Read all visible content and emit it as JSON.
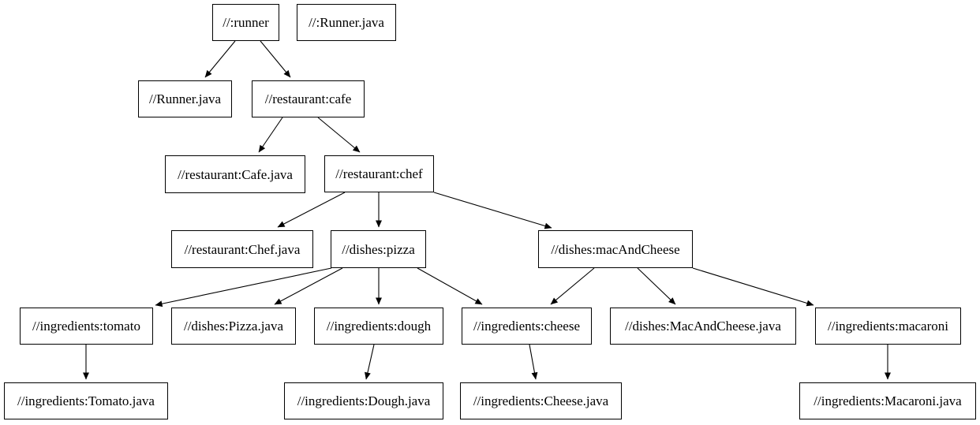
{
  "diagram": {
    "type": "dependency-graph",
    "colors": {
      "background": "#ffffff",
      "node_fill": "#ffffff",
      "node_border": "#000000",
      "edge": "#000000",
      "text": "#000000"
    },
    "nodes": [
      {
        "id": "runner",
        "label": "//:runner"
      },
      {
        "id": "runner-java-src",
        "label": "//:Runner.java"
      },
      {
        "id": "runner-java",
        "label": "//Runner.java"
      },
      {
        "id": "cafe",
        "label": "//restaurant:cafe"
      },
      {
        "id": "cafe-java",
        "label": "//restaurant:Cafe.java"
      },
      {
        "id": "chef",
        "label": "//restaurant:chef"
      },
      {
        "id": "chef-java",
        "label": "//restaurant:Chef.java"
      },
      {
        "id": "pizza",
        "label": "//dishes:pizza"
      },
      {
        "id": "mac-and-cheese",
        "label": "//dishes:macAndCheese"
      },
      {
        "id": "tomato",
        "label": "//ingredients:tomato"
      },
      {
        "id": "pizza-java",
        "label": "//dishes:Pizza.java"
      },
      {
        "id": "dough",
        "label": "//ingredients:dough"
      },
      {
        "id": "cheese",
        "label": "//ingredients:cheese"
      },
      {
        "id": "mac-and-cheese-java",
        "label": "//dishes:MacAndCheese.java"
      },
      {
        "id": "macaroni",
        "label": "//ingredients:macaroni"
      },
      {
        "id": "tomato-java",
        "label": "//ingredients:Tomato.java"
      },
      {
        "id": "dough-java",
        "label": "//ingredients:Dough.java"
      },
      {
        "id": "cheese-java",
        "label": "//ingredients:Cheese.java"
      },
      {
        "id": "macaroni-java",
        "label": "//ingredients:Macaroni.java"
      }
    ],
    "edges": [
      {
        "from": "runner",
        "to": "runner-java"
      },
      {
        "from": "runner",
        "to": "cafe"
      },
      {
        "from": "cafe",
        "to": "cafe-java"
      },
      {
        "from": "cafe",
        "to": "chef"
      },
      {
        "from": "chef",
        "to": "chef-java"
      },
      {
        "from": "chef",
        "to": "pizza"
      },
      {
        "from": "chef",
        "to": "mac-and-cheese"
      },
      {
        "from": "pizza",
        "to": "tomato"
      },
      {
        "from": "pizza",
        "to": "pizza-java"
      },
      {
        "from": "pizza",
        "to": "dough"
      },
      {
        "from": "pizza",
        "to": "cheese"
      },
      {
        "from": "mac-and-cheese",
        "to": "cheese"
      },
      {
        "from": "mac-and-cheese",
        "to": "mac-and-cheese-java"
      },
      {
        "from": "mac-and-cheese",
        "to": "macaroni"
      },
      {
        "from": "tomato",
        "to": "tomato-java"
      },
      {
        "from": "dough",
        "to": "dough-java"
      },
      {
        "from": "cheese",
        "to": "cheese-java"
      },
      {
        "from": "macaroni",
        "to": "macaroni-java"
      }
    ]
  }
}
